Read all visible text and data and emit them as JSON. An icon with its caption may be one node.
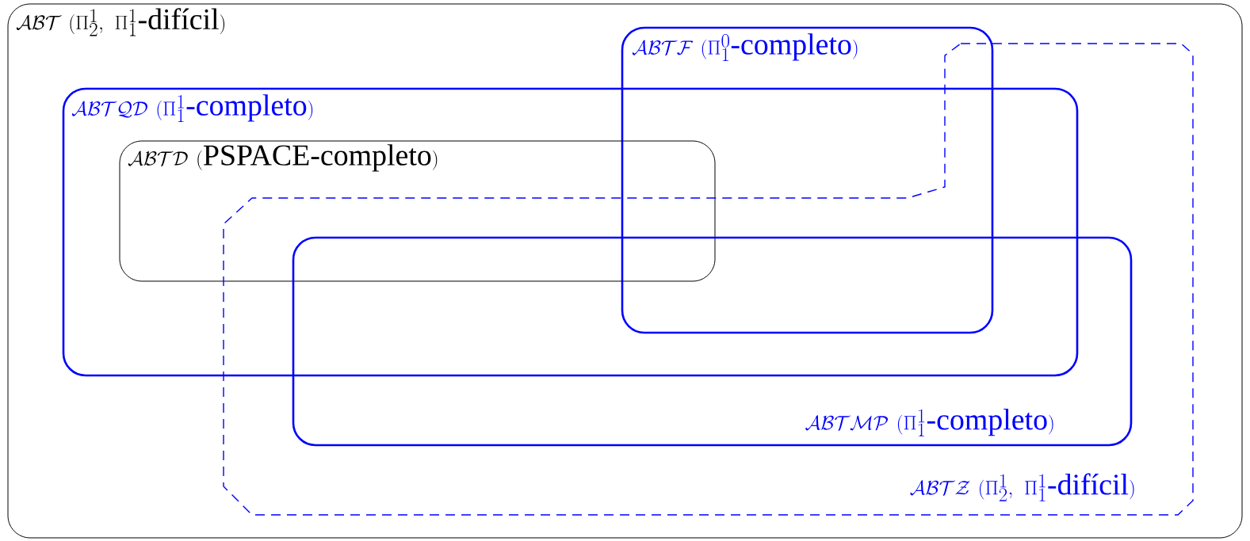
{
  "diagram": {
    "nodes": [
      {
        "text": [
          "\\mathcal{ABT}\\ (\\Pi^1_2,\\ \\Pi^1_1\\mbox{-difícil})"
        ]
      },
      {
        "text": [
          "\\mathcal{ABTF}\\ (\\Pi^0_1\\mbox{-completo})"
        ],
        "in": 0
      },
      {
        "text": [
          "\\mathcal{ABTQD}\\ (\\Pi^1_1\\mbox{-completo})"
        ],
        "in": 0
      },
      {
        "text": [
          "\\mathcal{ABTD}\\ (\\mbox{PSPACE-completo})"
        ],
        "in": 2
      },
      {
        "text": [
          "\\mathcal{ABTMP}\\ (\\Pi^1_1\\mbox{-completo})"
        ],
        "in": 5
      },
      {
        "text": [
          "\\mathcal{ABTZ}\\ (\\Pi^1_2,\\ \\Pi^1_1\\mbox{-difícil})"
        ],
        "in": 0
      }
    ]
  }
}
